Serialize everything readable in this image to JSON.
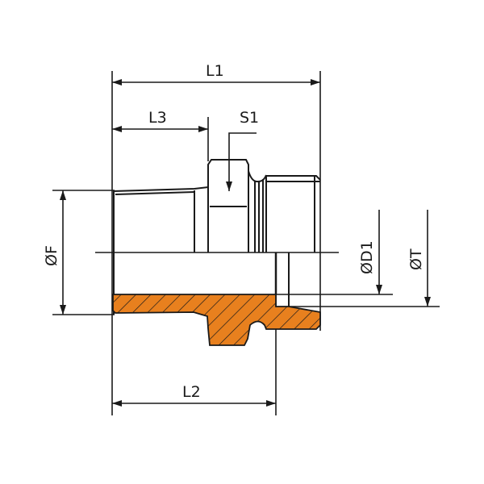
{
  "labels": {
    "L1": "L1",
    "L2": "L2",
    "L3": "L3",
    "S1": "S1",
    "F": "ØF",
    "D1": "ØD1",
    "T": "ØT"
  },
  "colors": {
    "section_fill": "#e8801e",
    "line": "#1a1a1a",
    "hatch": "#1a1a1a"
  }
}
